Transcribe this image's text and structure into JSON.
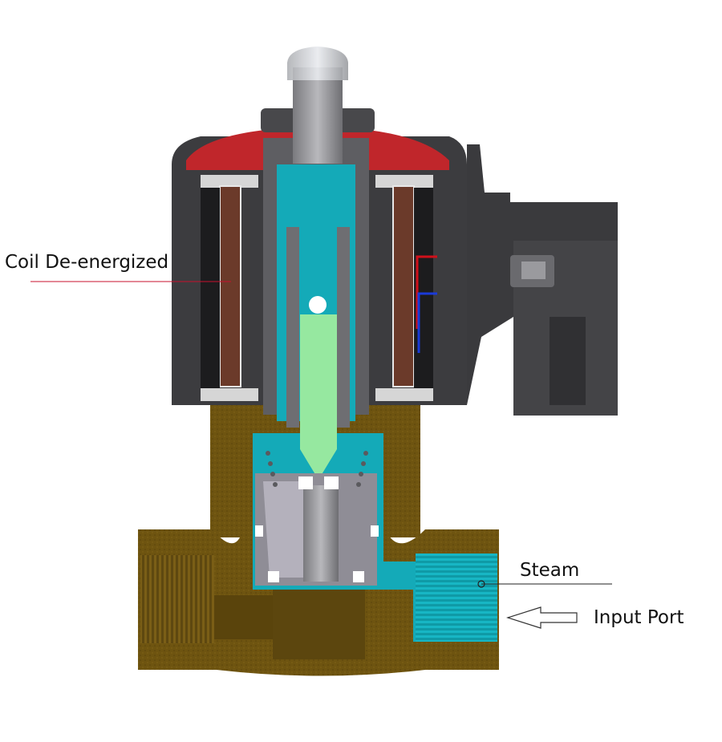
{
  "labels": {
    "coil": "Coil De-energized",
    "steam": "Steam",
    "input_port": "Input Port"
  },
  "colors": {
    "brass": "#6e5410",
    "brass_dark": "#4f3b08",
    "housing": "#3c3c3f",
    "housing_light": "#555558",
    "steam": "#14aab8",
    "plunger": "#96e8a0",
    "coil_winding": "#6b3a2a",
    "red_cap": "#c0262b",
    "steel": "#8a8a8e",
    "leader_red": "#c8102e"
  }
}
